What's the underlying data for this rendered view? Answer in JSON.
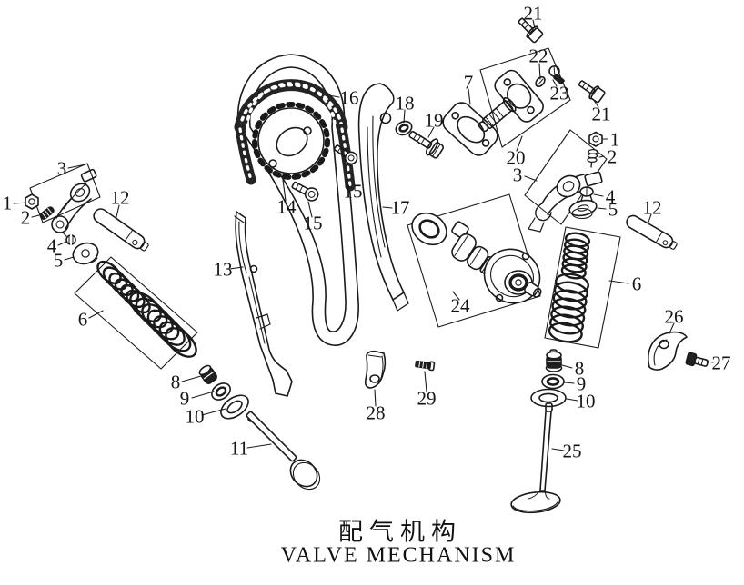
{
  "title": {
    "zh": "配气机构",
    "en": "VALVE MECHANISM"
  },
  "diagram": {
    "kind": "exploded parts diagram",
    "ink": "#1a1a1a",
    "background": "#ffffff"
  },
  "callouts": [
    "1",
    "2",
    "3",
    "4",
    "5",
    "12",
    "6",
    "8",
    "9",
    "10",
    "11",
    "13",
    "14",
    "15",
    "15",
    "16",
    "17",
    "18",
    "19",
    "7",
    "20",
    "21",
    "22",
    "23",
    "21",
    "1",
    "2",
    "3",
    "4",
    "5",
    "12",
    "6",
    "24",
    "26",
    "27",
    "28",
    "29",
    "8",
    "9",
    "10",
    "25"
  ]
}
